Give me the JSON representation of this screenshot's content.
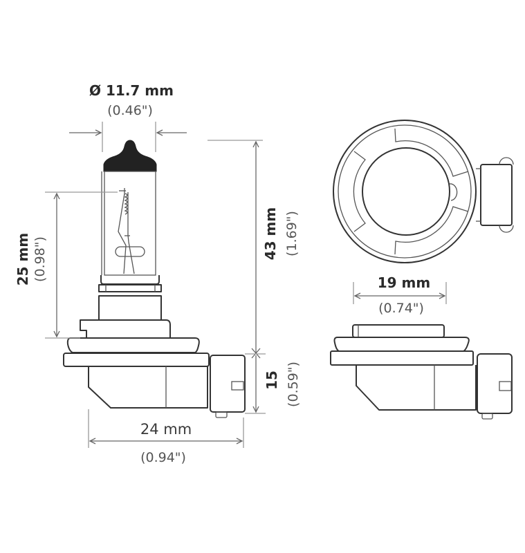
{
  "diagram": {
    "subject": "Halogen headlight bulb dimensional drawing",
    "views": [
      "side-view",
      "top-view",
      "front-base-view"
    ],
    "colors": {
      "line": "#333333",
      "dimension": "#666666",
      "text_main": "#2a2a2a",
      "text_sub": "#555555",
      "bulb_cap": "#222222",
      "background": "#ffffff"
    }
  },
  "dimensions": {
    "diameter": {
      "label": "Ø 11.7 mm",
      "imperial": "(0.46\")"
    },
    "overall_height": {
      "label": "43 mm",
      "imperial": "(1.69\")"
    },
    "light_center": {
      "label": "25 mm",
      "imperial": "(0.98\")"
    },
    "base_height": {
      "label": "15",
      "imperial": "(0.59\")"
    },
    "base_width": {
      "label": "24 mm",
      "imperial": "(0.94\")"
    },
    "flange_width": {
      "label": "19 mm",
      "imperial": "(0.74\")"
    }
  }
}
